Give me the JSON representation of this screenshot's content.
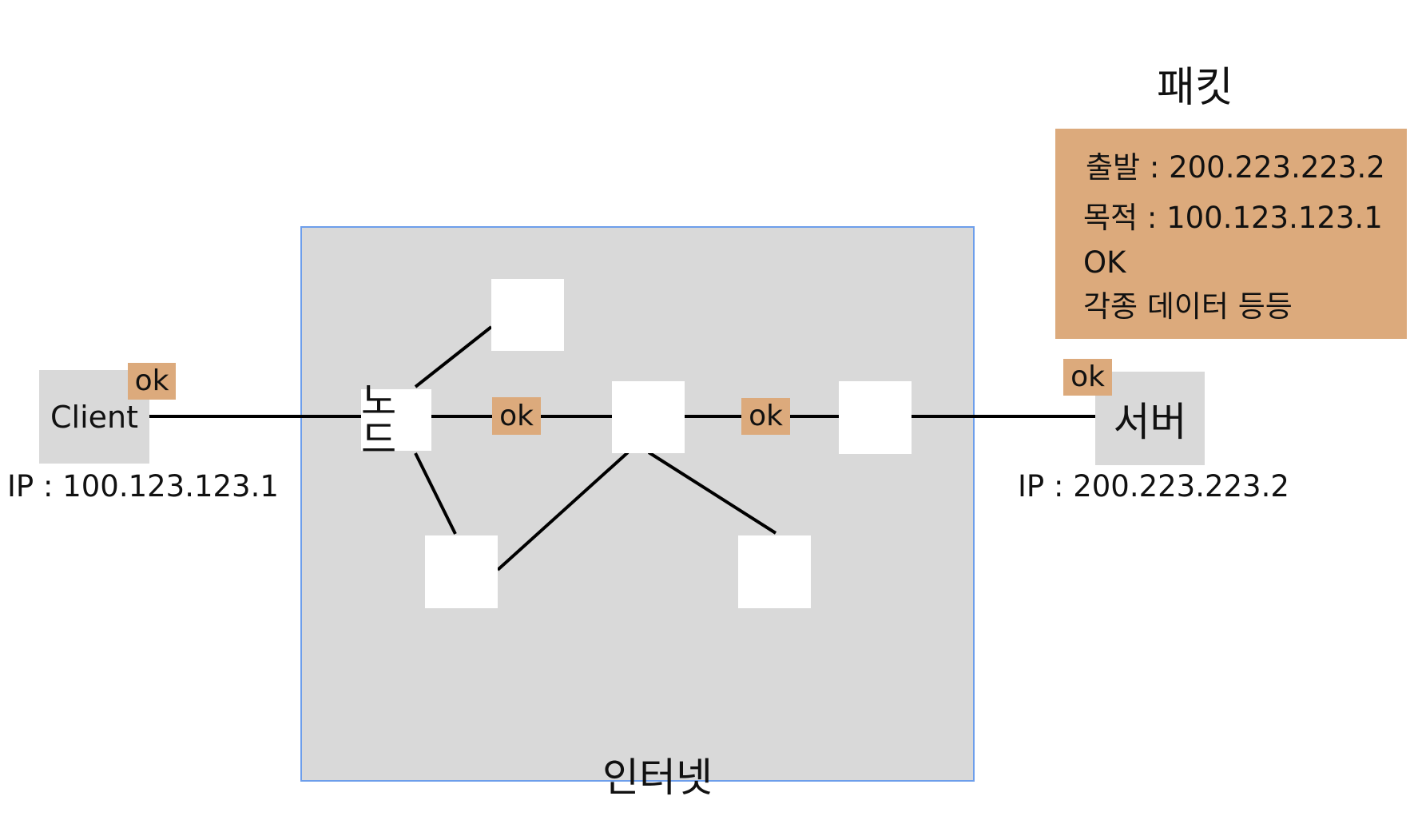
{
  "client": {
    "label": "Client",
    "ip": "IP : 100.123.123.1",
    "tag": "ok"
  },
  "server": {
    "label": "서버",
    "ip": "IP : 200.223.223.2",
    "tag": "ok"
  },
  "internet": {
    "label": "인터넷",
    "node_label": "노드"
  },
  "link_tags": [
    "ok",
    "ok"
  ],
  "packet": {
    "title": "패킷",
    "source": "출발 : 200.223.223.2",
    "destination": "목적 : 100.123.123.1",
    "content_line1": "OK",
    "content_line2": "각종 데이터 등등"
  },
  "colors": {
    "internet_fill": "#d9d9d9",
    "internet_border": "#6d9eeb",
    "tag_fill": "#dcaa7c",
    "packet_fill": "#dcaa7c"
  }
}
